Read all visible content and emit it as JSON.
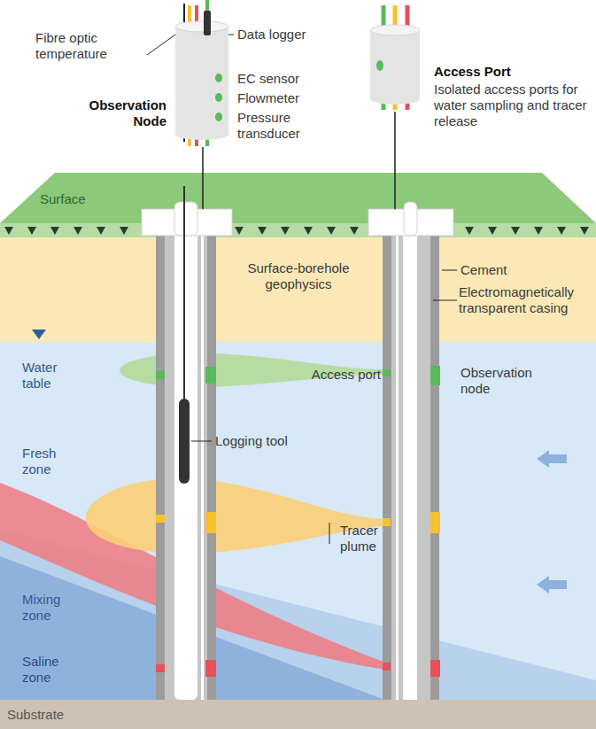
{
  "diagram": {
    "nodes": [
      {
        "text": [
          "Observation Node"
        ]
      },
      {
        "text": [
          "Access Port",
          "Isolated access ports for water sampling and tracer release"
        ]
      }
    ],
    "labels": [
      "Fibre optic temperature",
      "Data logger",
      "EC sensor",
      "Flowmeter",
      "Pressure transducer",
      "Surface",
      "Surface-borehole geophysics",
      "Cement",
      "Electromagnetically transparent casing",
      "Water table",
      "Access port",
      "Observation node",
      "Logging tool",
      "Fresh zone",
      "Tracer plume",
      "Mixing zone",
      "Saline zone",
      "Substrate"
    ]
  }
}
